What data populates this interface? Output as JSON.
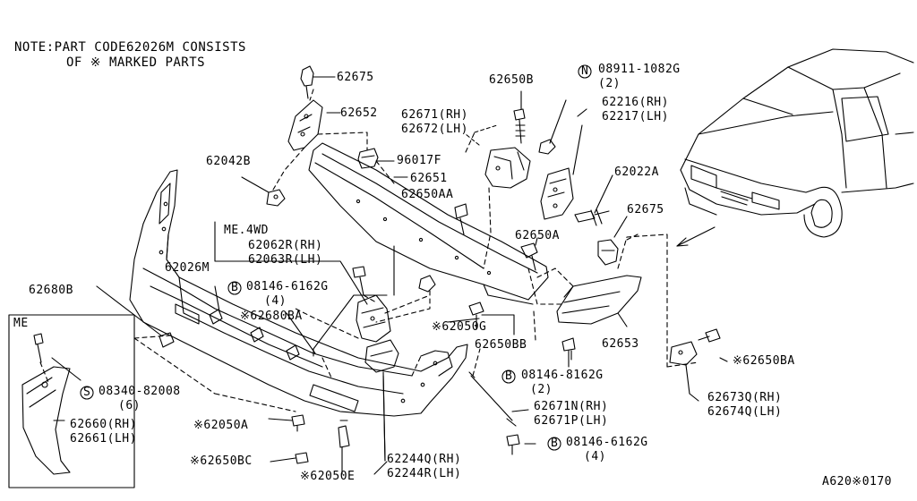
{
  "note": {
    "line1": "NOTE:PART CODE62026M CONSISTS",
    "line2": "OF ※ MARKED PARTS"
  },
  "variants": {
    "me4wd": "ME.4WD",
    "me": "ME"
  },
  "parts": {
    "p62675_top": "62675",
    "p62652": "62652",
    "p62042B": "62042B",
    "p96017F": "96017F",
    "p62651": "62651",
    "p62650AA": "62650AA",
    "p62650B": "62650B",
    "nut_code": "08911-1082G",
    "nut_qty": "(2)",
    "p62671_rh": "62671(RH)",
    "p62672_lh": "62672(LH)",
    "p62216_rh": "62216(RH)",
    "p62217_lh": "62217(LH)",
    "p62022A": "62022A",
    "p62675_right": "62675",
    "p62650A": "62650A",
    "p62062R_rh": "62062R(RH)",
    "p62063R_lh": "62063R(LH)",
    "p62026M": "62026M",
    "bolt1_code": "08146-6162G",
    "bolt1_qty": "(4)",
    "p62680BA": "※62680BA",
    "p62050G": "※62050G",
    "p62650BB": "62650BB",
    "p62653": "62653",
    "p62650BA": "※62650BA",
    "p62680B": "62680B",
    "screw_code": "08340-82008",
    "screw_qty": "(6)",
    "p62660_rh": "62660(RH)",
    "p62661_lh": "62661(LH)",
    "bolt2_code": "08146-8162G",
    "bolt2_qty": "(2)",
    "p62671N_rh": "62671N(RH)",
    "p62671P_lh": "62671P(LH)",
    "p62673Q_rh": "62673Q(RH)",
    "p62674Q_lh": "62674Q(LH)",
    "p62050A": "※62050A",
    "bolt3_code": "08146-6162G",
    "bolt3_qty": "(4)",
    "p62650BC": "※62650BC",
    "p62050E": "※62050E",
    "p62244Q_rh": "62244Q(RH)",
    "p62244R_lh": "62244R(LH)"
  },
  "markers": {
    "N": "N",
    "B": "B",
    "S": "S"
  },
  "diagram_code": "A620※0170"
}
